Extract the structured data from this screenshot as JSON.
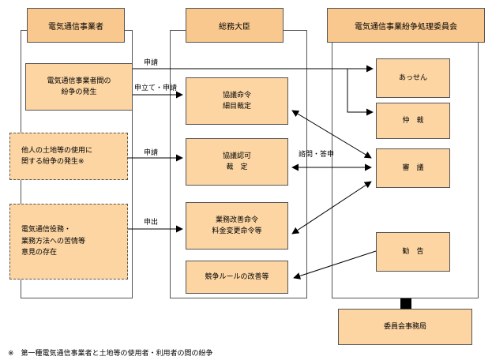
{
  "headers": {
    "operators": "電気通信事業者",
    "minister": "総務大臣",
    "commission": "電気通信事業紛争処理委員会"
  },
  "left_boxes": {
    "dispute_between_operators": [
      "電気通信事業者間の",
      "紛争の発生"
    ],
    "land_use_dispute": [
      "他人の土地等の使用に",
      "関する紛争の発生※"
    ],
    "complaints": [
      "電気通信役務・",
      "業務方法への苦情等",
      "意見の存在"
    ]
  },
  "minister_boxes": {
    "consultation_order": [
      "協議命令",
      "細目裁定"
    ],
    "consultation_approval": [
      "協議認可",
      "裁　定"
    ],
    "business_improvement": [
      "業務改善命令",
      "料金変更命令等"
    ],
    "competition_rules": [
      "競争ルールの改善等"
    ]
  },
  "commission_boxes": {
    "mediation": "あっせん",
    "arbitration": "仲　裁",
    "deliberation": "審　議",
    "recommendation": "勧　告"
  },
  "secretariat": "委員会事務局",
  "arrow_labels": {
    "application_top": "申請",
    "petition_application": "申立て・申請",
    "application_mid": "申請",
    "request": "申出",
    "inquiry_report": "諮問・答申"
  },
  "footnote": "※　第一種電気通信事業者と土地等の使用者・利用者の間の紛争"
}
